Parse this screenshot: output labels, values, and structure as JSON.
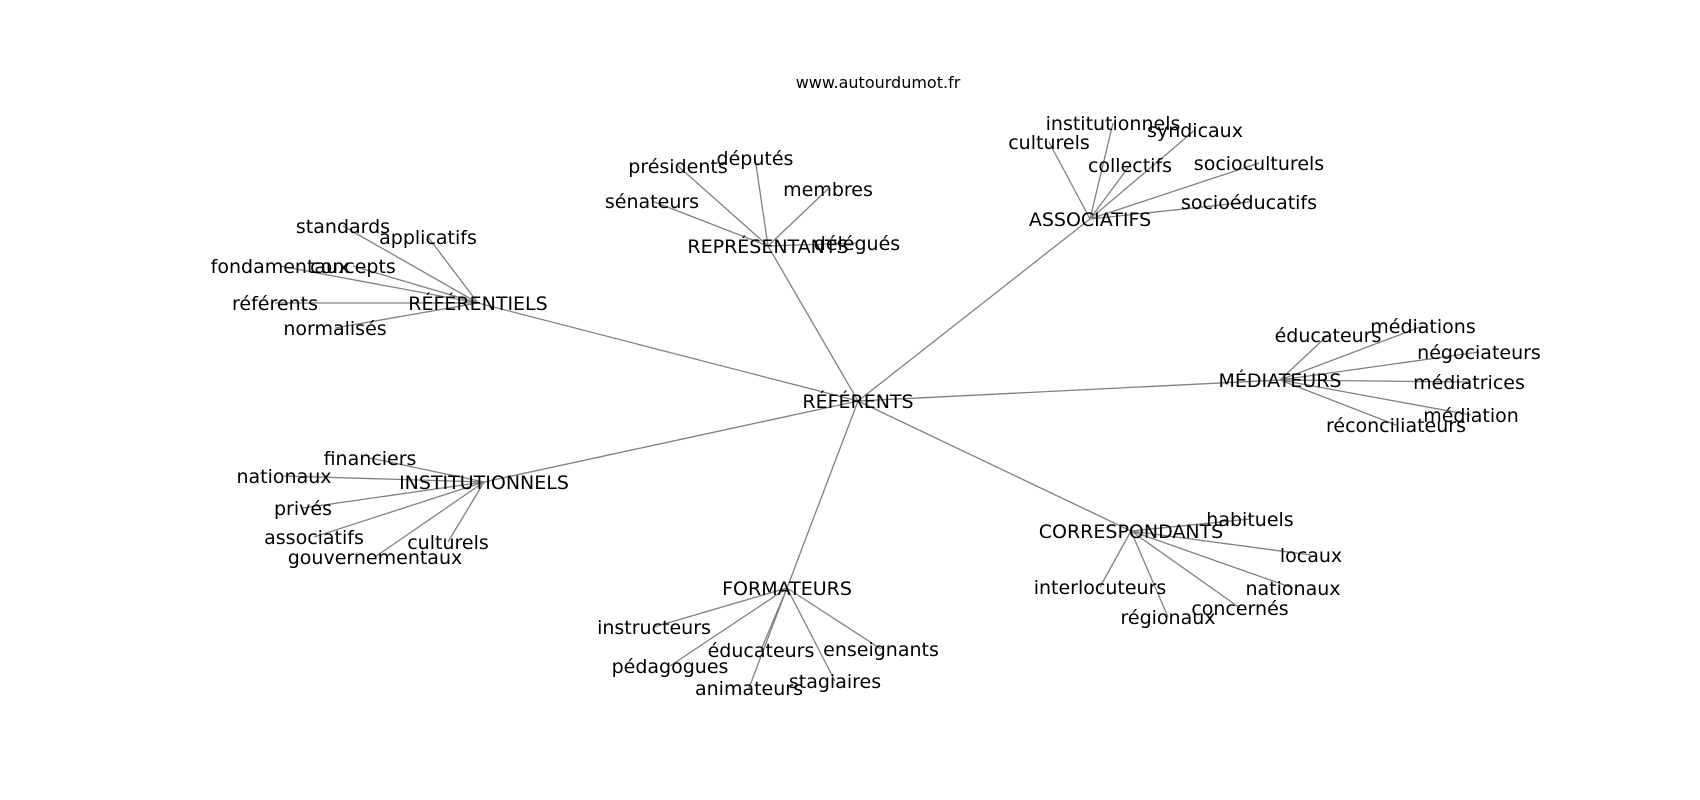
{
  "source": "www.autourdumot.fr",
  "root": {
    "label": "RÉFÉRENTS"
  },
  "hubs": [
    {
      "id": "referentiels",
      "label": "RÉFÉRENTIELS",
      "leaves": [
        "standards",
        "applicatifs",
        "fondamentaux",
        "concepts",
        "référents",
        "normalisés"
      ]
    },
    {
      "id": "representants",
      "label": "REPRÉSENTANTS",
      "leaves": [
        "présidents",
        "députés",
        "membres",
        "sénateurs",
        "délégués"
      ]
    },
    {
      "id": "associatifs",
      "label": "ASSOCIATIFS",
      "leaves": [
        "institutionnels",
        "syndicaux",
        "culturels",
        "collectifs",
        "socioculturels",
        "socioéducatifs"
      ]
    },
    {
      "id": "mediateurs",
      "label": "MÉDIATEURS",
      "leaves": [
        "médiations",
        "éducateurs",
        "négociateurs",
        "médiatrices",
        "médiation",
        "réconciliateurs"
      ]
    },
    {
      "id": "institutionnels",
      "label": "INSTITUTIONNELS",
      "leaves": [
        "financiers",
        "nationaux",
        "privés",
        "associatifs",
        "culturels",
        "gouvernementaux"
      ]
    },
    {
      "id": "correspondants",
      "label": "CORRESPONDANTS",
      "leaves": [
        "habituels",
        "locaux",
        "interlocuteurs",
        "nationaux",
        "concernés",
        "régionaux"
      ]
    },
    {
      "id": "formateurs",
      "label": "FORMATEURS",
      "leaves": [
        "instructeurs",
        "enseignants",
        "éducateurs",
        "pédagogues",
        "stagiaires",
        "animateurs"
      ]
    }
  ]
}
